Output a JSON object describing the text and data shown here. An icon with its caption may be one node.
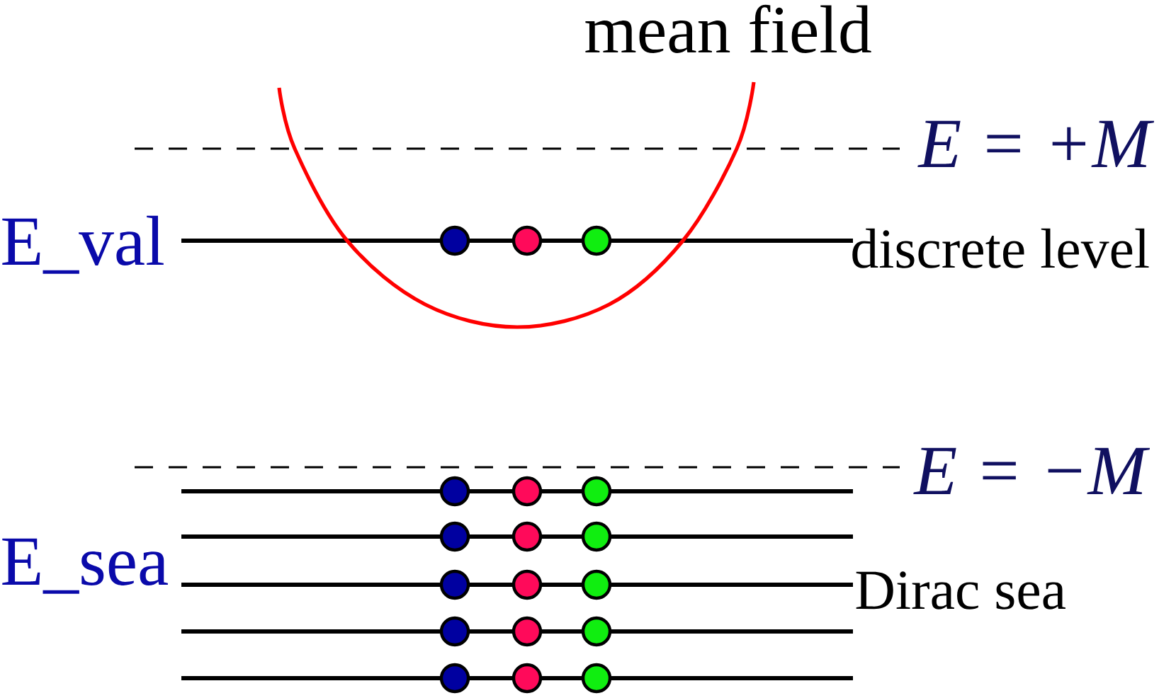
{
  "diagram": {
    "labels": [
      "mean field",
      "E = +M",
      "E_val",
      "discrete level",
      "E = −M",
      "E_sea",
      "Dirac sea"
    ]
  }
}
